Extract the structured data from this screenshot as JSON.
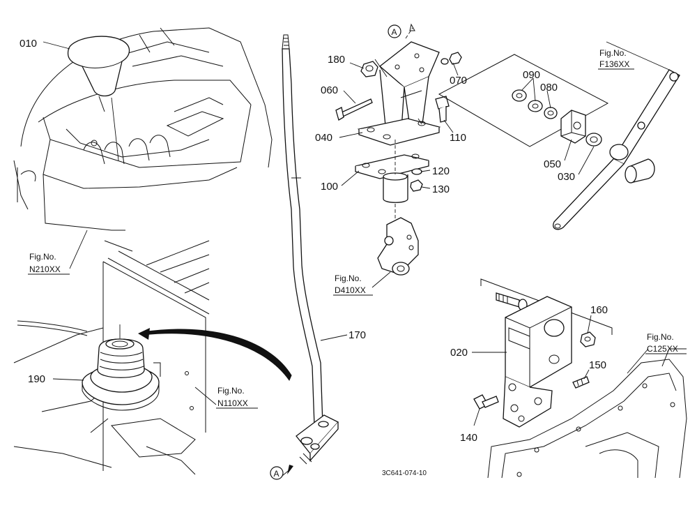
{
  "parts": [
    {
      "key": "p010",
      "number": "010"
    },
    {
      "key": "p020",
      "number": "020"
    },
    {
      "key": "p030",
      "number": "030"
    },
    {
      "key": "p040",
      "number": "040"
    },
    {
      "key": "p050",
      "number": "050"
    },
    {
      "key": "p060",
      "number": "060"
    },
    {
      "key": "p070",
      "number": "070"
    },
    {
      "key": "p080",
      "number": "080"
    },
    {
      "key": "p090",
      "number": "090"
    },
    {
      "key": "p100",
      "number": "100"
    },
    {
      "key": "p110",
      "number": "110"
    },
    {
      "key": "p120",
      "number": "120"
    },
    {
      "key": "p130",
      "number": "130"
    },
    {
      "key": "p140",
      "number": "140"
    },
    {
      "key": "p150",
      "number": "150"
    },
    {
      "key": "p160",
      "number": "160"
    },
    {
      "key": "p170",
      "number": "170"
    },
    {
      "key": "p180",
      "number": "180"
    },
    {
      "key": "p190",
      "number": "190"
    }
  ],
  "figure_refs": [
    {
      "key": "f136",
      "title": "Fig.No.",
      "code": "F136XX"
    },
    {
      "key": "n210",
      "title": "Fig.No.",
      "code": "N210XX"
    },
    {
      "key": "d410",
      "title": "Fig.No.",
      "code": "D410XX"
    },
    {
      "key": "n110",
      "title": "Fig.No.",
      "code": "N110XX"
    },
    {
      "key": "c125",
      "title": "Fig.No.",
      "code": "C125XX"
    }
  ],
  "view_markers": {
    "top": "A",
    "bottom": "A"
  },
  "drawing_code": "3C641-074-10"
}
